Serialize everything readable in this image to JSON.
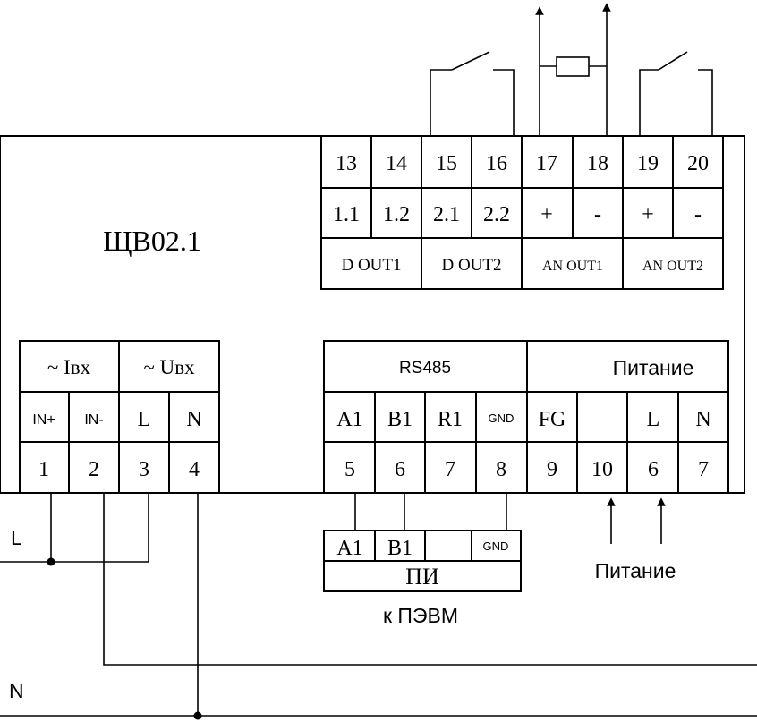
{
  "device": {
    "name": "ЩВ02.1"
  },
  "terminals_top": {
    "numbers": [
      "13",
      "14",
      "15",
      "16",
      "17",
      "18",
      "19",
      "20"
    ],
    "pins": [
      "1.1",
      "1.2",
      "2.1",
      "2.2",
      "+",
      "-",
      "+",
      "-"
    ],
    "groups": [
      "D OUT1",
      "D OUT2",
      "AN OUT1",
      "AN OUT2"
    ]
  },
  "terminals_left": {
    "headers": [
      "~ Iвх",
      "~ Uвх"
    ],
    "pins": [
      "IN+",
      "IN-",
      "L",
      "N"
    ],
    "numbers": [
      "1",
      "2",
      "3",
      "4"
    ]
  },
  "terminals_right": {
    "headers": [
      "RS485",
      "Питание"
    ],
    "pins": [
      "A1",
      "B1",
      "R1",
      "GND",
      "FG",
      "",
      "L",
      "N"
    ],
    "numbers": [
      "5",
      "6",
      "7",
      "8",
      "9",
      "10",
      "6",
      "7"
    ]
  },
  "interface_block": {
    "pins": [
      "A1",
      "B1",
      "",
      "GND"
    ],
    "name": "ПИ",
    "caption": "к ПЭВМ"
  },
  "labels": {
    "line_L": "L",
    "line_N": "N",
    "power": "Питание"
  }
}
